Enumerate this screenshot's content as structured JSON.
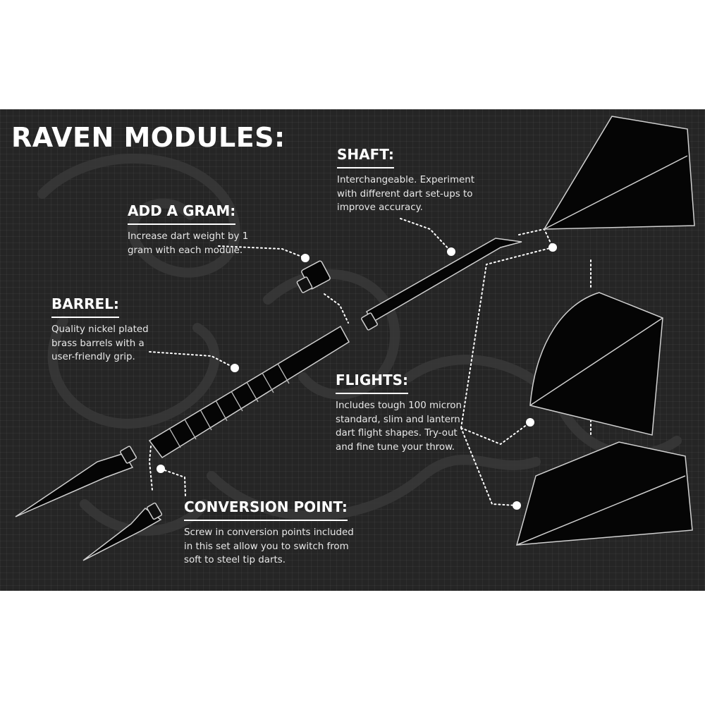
{
  "title": "RAVEN MODULES:",
  "callouts": {
    "shaft": {
      "heading": "SHAFT:",
      "text": "Interchangeable. Experiment with different dart set-ups to improve accuracy."
    },
    "add_a_gram": {
      "heading": "ADD A GRAM:",
      "text": "Increase dart weight by 1 gram with each module."
    },
    "barrel": {
      "heading": "BARREL:",
      "text": "Quality nickel plated brass barrels with a user-friendly grip."
    },
    "flights": {
      "heading": "FLIGHTS:",
      "text": "Includes tough 100 micron standard, slim and lantern dart flight shapes. Try-out and fine tune your throw."
    },
    "conversion_point": {
      "heading": "CONVERSION POINT:",
      "text": "Screw in conversion points included in this set allow you to switch from soft to steel tip darts."
    }
  },
  "colors": {
    "background": "#252525",
    "text": "#ffffff",
    "parts": "#000000",
    "outline": "#d0d0d0"
  }
}
